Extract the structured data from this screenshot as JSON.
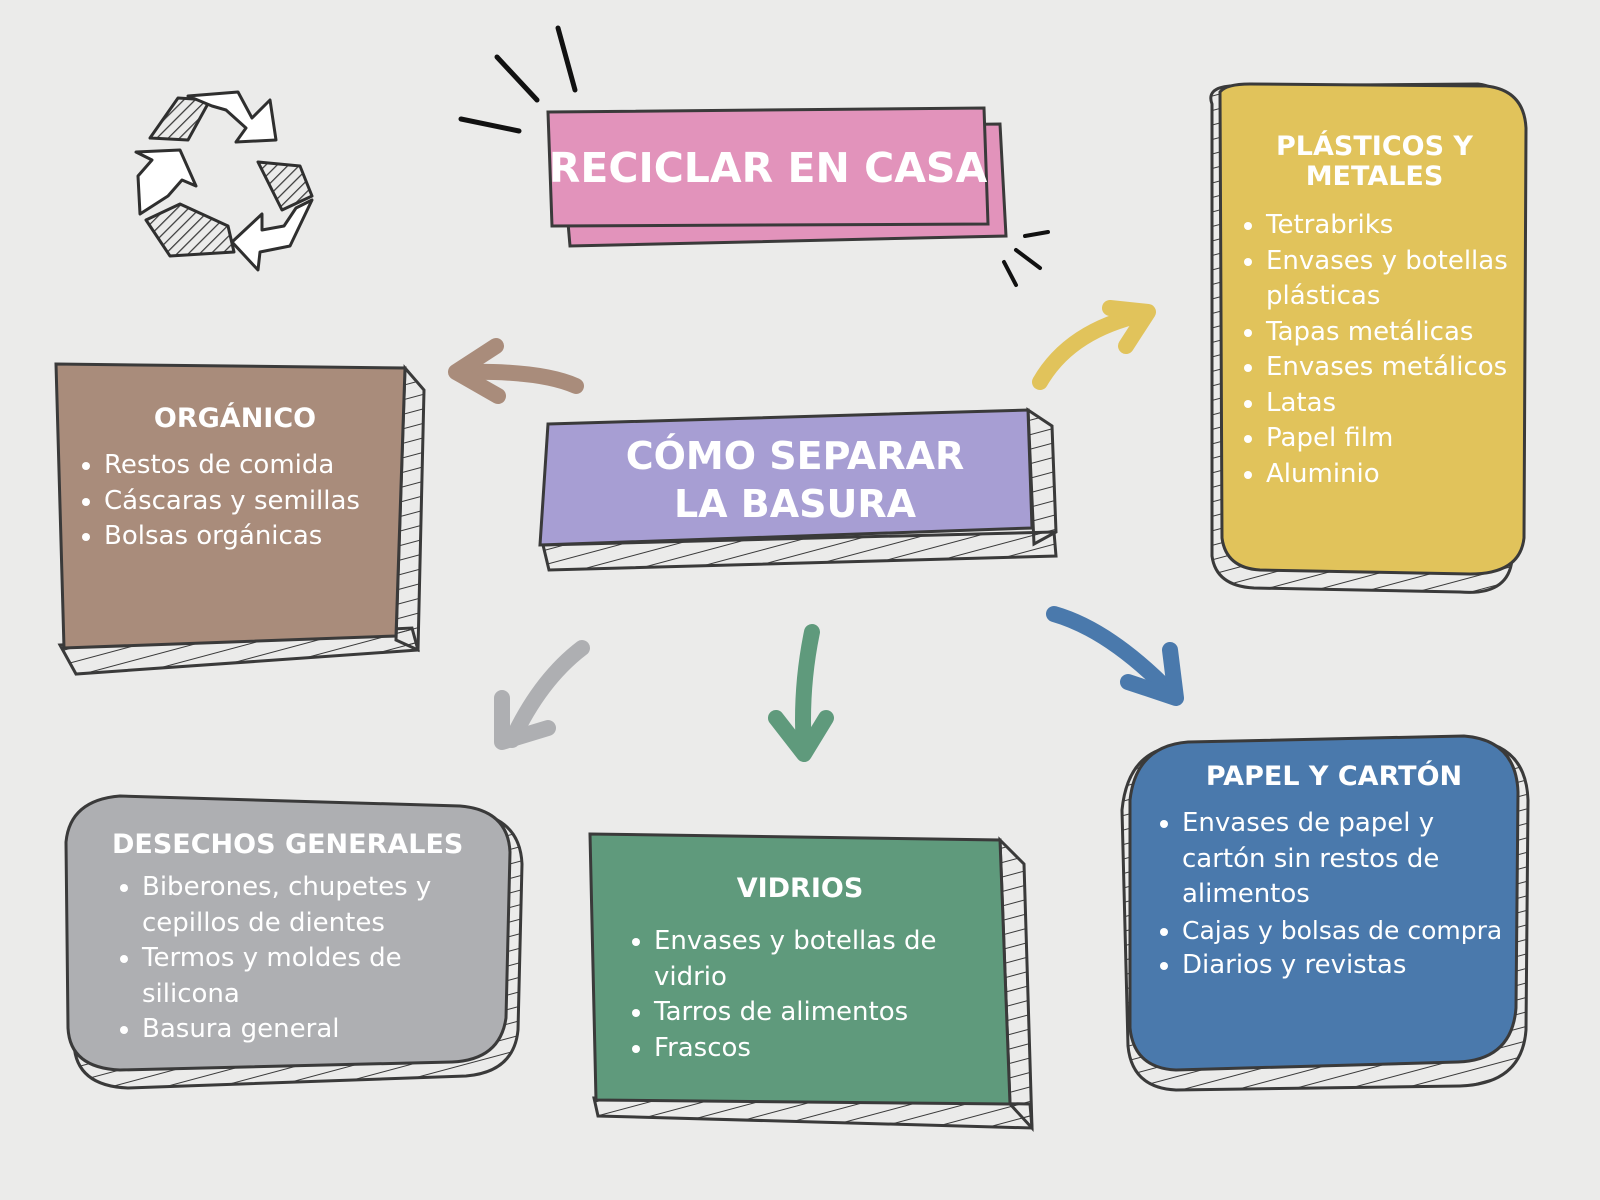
{
  "header": {
    "title": "RECICLAR EN CASA"
  },
  "center": {
    "line1": "CÓMO SEPARAR",
    "line2": "LA BASURA"
  },
  "colors": {
    "pink": "#e293bb",
    "purple": "#a79ed3",
    "brown": "#a98c7b",
    "yellow": "#e1c35b",
    "blue": "#4a79ac",
    "green": "#5f9a7c",
    "gray": "#aeafb2",
    "outline": "#3a3a3a"
  },
  "icons": {
    "recycle": "recycle-icon"
  },
  "categories": {
    "organico": {
      "title": "ORGÁNICO",
      "items": [
        "Restos de comida",
        "Cáscaras y semillas",
        "Bolsas orgánicas"
      ]
    },
    "plasticos": {
      "title_line1": "PLÁSTICOS Y",
      "title_line2": "METALES",
      "items": [
        "Tetrabriks",
        "Envases y botellas plásticas",
        "Tapas metálicas",
        "Envases metálicos",
        "Latas",
        "Papel film",
        "Aluminio"
      ]
    },
    "papel": {
      "title": "PAPEL Y CARTÓN",
      "items": [
        "Envases de papel y cartón sin restos de alimentos",
        "Cajas y bolsas de compra",
        "Diarios y revistas"
      ]
    },
    "vidrios": {
      "title": "VIDRIOS",
      "items": [
        "Envases y botellas de vidrio",
        "Tarros de alimentos",
        "Frascos"
      ]
    },
    "desechos": {
      "title": "DESECHOS GENERALES",
      "items": [
        "Biberones, chupetes y cepillos de dientes",
        "Termos y moldes de silicona",
        "Basura general"
      ]
    }
  }
}
